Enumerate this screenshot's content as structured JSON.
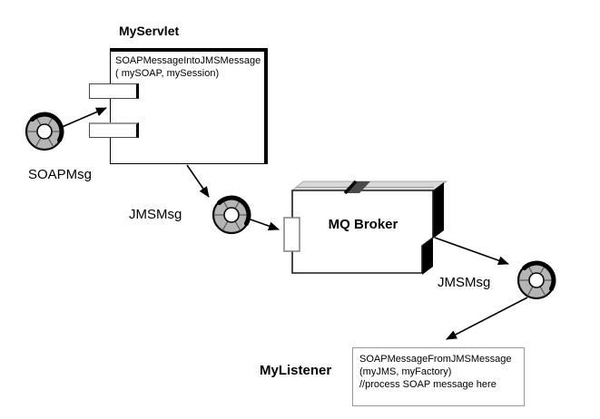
{
  "servlet": {
    "title": "MyServlet",
    "code_line1": "SOAPMessageIntoJMSMessage",
    "code_line2": "( mySOAP, mySession)"
  },
  "broker": {
    "label": "MQ Broker"
  },
  "listener": {
    "title": "MyListener",
    "code_line1": "SOAPMessageFromJMSMessage",
    "code_line2": "(myJMS, myFactory)",
    "code_line3": "//process SOAP message here"
  },
  "messages": {
    "soap_label": "SOAPMsg",
    "jms_label_1": "JMSMsg",
    "jms_label_2": "JMSMsg"
  },
  "icons": {
    "message_icon": "ring-donut-message-icon",
    "component_port_icon": "uml-component-port",
    "broker_icon": "3d-box-with-slot"
  },
  "colors": {
    "ring_gray": "#b5b5b5",
    "top_face_gray": "#d9d9d9",
    "slot_dark": "#4a4a4a",
    "tab_border_gray": "#808080",
    "shadow_black": "#000000",
    "arrow_black": "#000000"
  }
}
